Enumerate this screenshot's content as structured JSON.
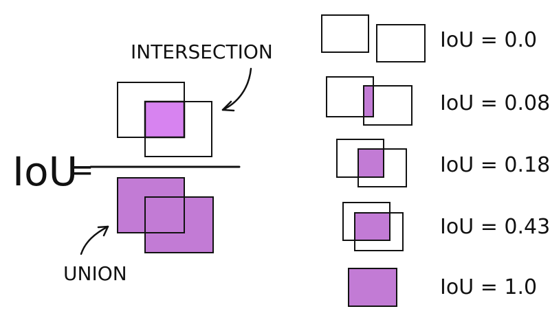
{
  "formula": {
    "lhs": "IoU",
    "equals": "=",
    "numerator_label": "INTERSECTION",
    "denominator_label": "UNION"
  },
  "examples": [
    {
      "label": "IoU = 0.0"
    },
    {
      "label": "IoU = 0.08"
    },
    {
      "label": "IoU = 0.18"
    },
    {
      "label": "IoU = 0.43"
    },
    {
      "label": "IoU = 1.0"
    }
  ],
  "colors": {
    "intersection_fill": "#d783f0",
    "union_fill": "#c27bd5",
    "stroke": "#111111"
  }
}
